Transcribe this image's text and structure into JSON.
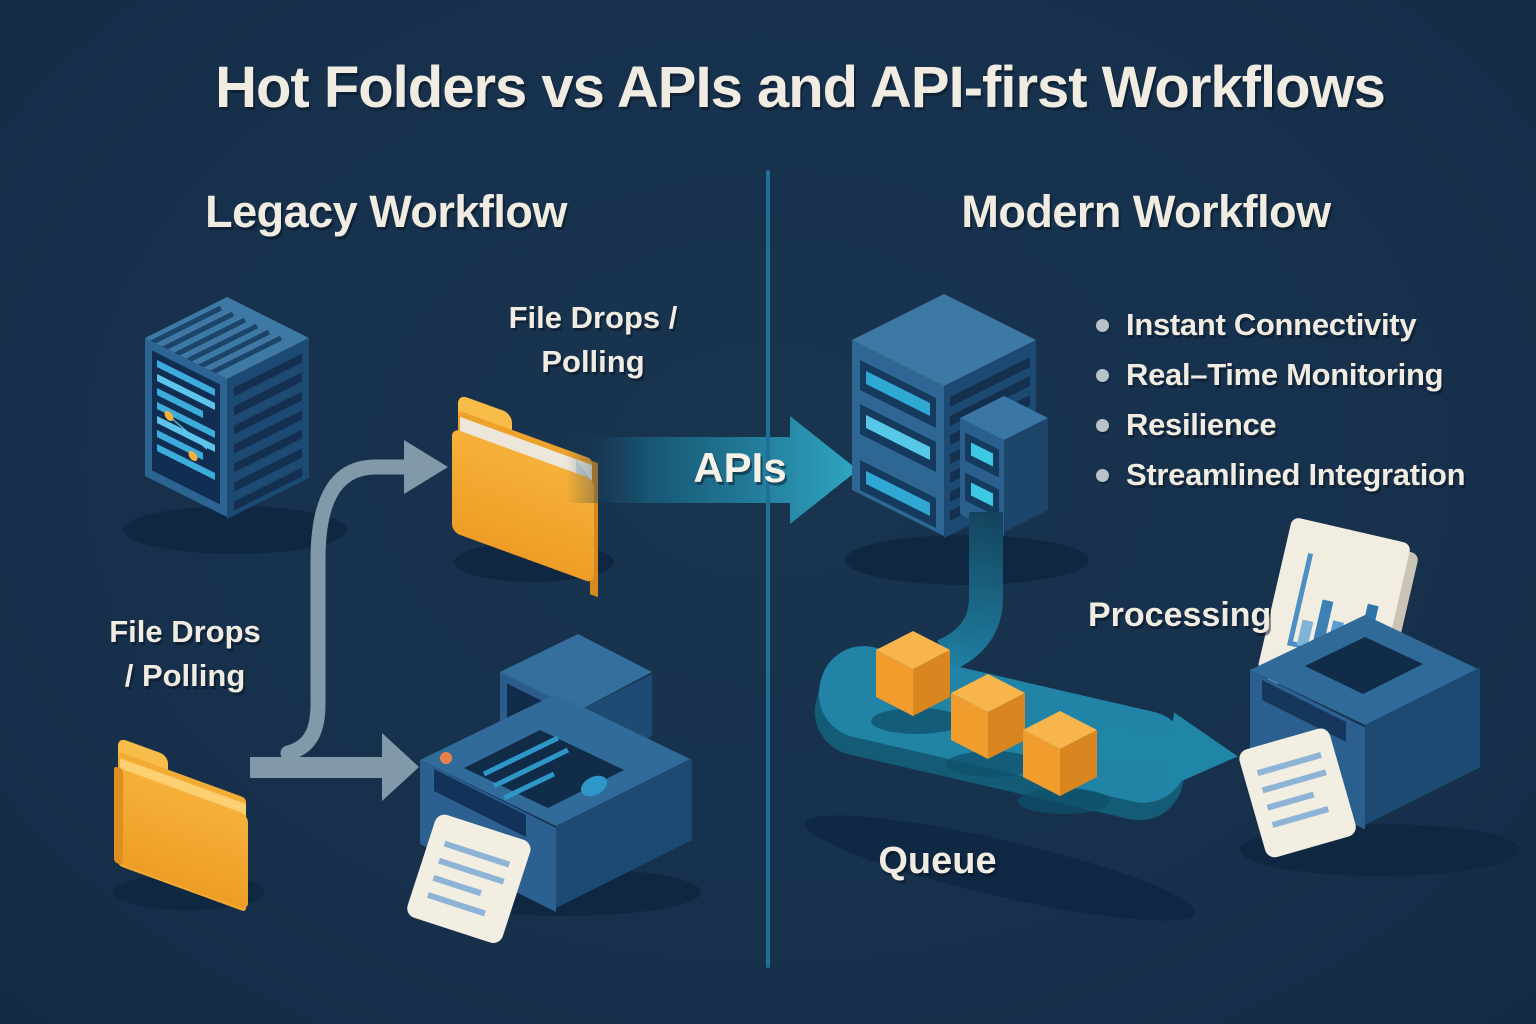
{
  "title": "Hot Folders vs APIs and API-first Workflows",
  "legacy": {
    "heading": "Legacy Workflow",
    "top_folder_label": {
      "line1": "File Drops /",
      "line2": "Polling"
    },
    "bottom_folder_label": {
      "line1": "File Drops",
      "line2": "/ Polling"
    }
  },
  "center": {
    "api_arrow_label": "APIs"
  },
  "modern": {
    "heading": "Modern Workflow",
    "bullets": [
      "Instant Connectivity",
      "Real–Time Monitoring",
      "Resilience",
      "Streamlined Integration"
    ],
    "processing_label": "Processing",
    "queue_label": "Queue"
  },
  "colors": {
    "background": "#17324E",
    "text_cream": "#F0ECE1",
    "divider_teal": "#1F6F9B",
    "api_arrow_teal": "#2FA6C3",
    "legacy_arrow_gray": "#8299A9",
    "folder_orange": "#F3A62E",
    "cube_orange_top": "#F7B54B",
    "queue_platform_teal": "#2184A7",
    "server_blue": "#2E6694",
    "accent_cyan": "#3CACDC",
    "paper_cream": "#F2EEE2"
  },
  "icons": {
    "legacy_server": "isometric-server-tower",
    "modern_server": "isometric-server-pair",
    "hot_folder": "orange-folder",
    "legacy_printer": "office-printer",
    "modern_printer": "printer-with-dashboard",
    "monitor_chart": "bar-chart-screen",
    "queue_platform": "queue-conveyor",
    "job_cubes": "orange-job-cubes"
  }
}
